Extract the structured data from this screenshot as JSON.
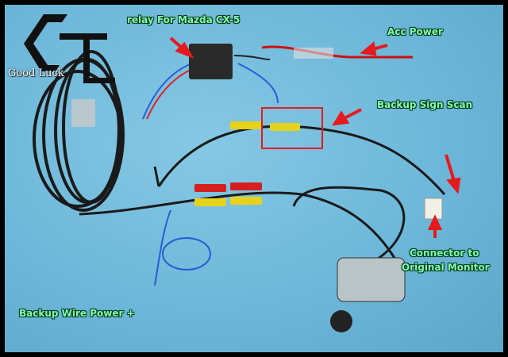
{
  "logo": {
    "text": "Good Luck"
  },
  "labels": {
    "relay": "relay For Mazda CX-5",
    "acc_power": "Acc Power",
    "backup_sign_scan": "Backup Sign Scan",
    "connector": "Connector to",
    "connector_line2": "Original Monitor",
    "backup_wire": "Backup Wire Power +"
  },
  "colors": {
    "background": "#6bb6d8",
    "label": "#7dffb0",
    "arrow": "#e8191c"
  }
}
